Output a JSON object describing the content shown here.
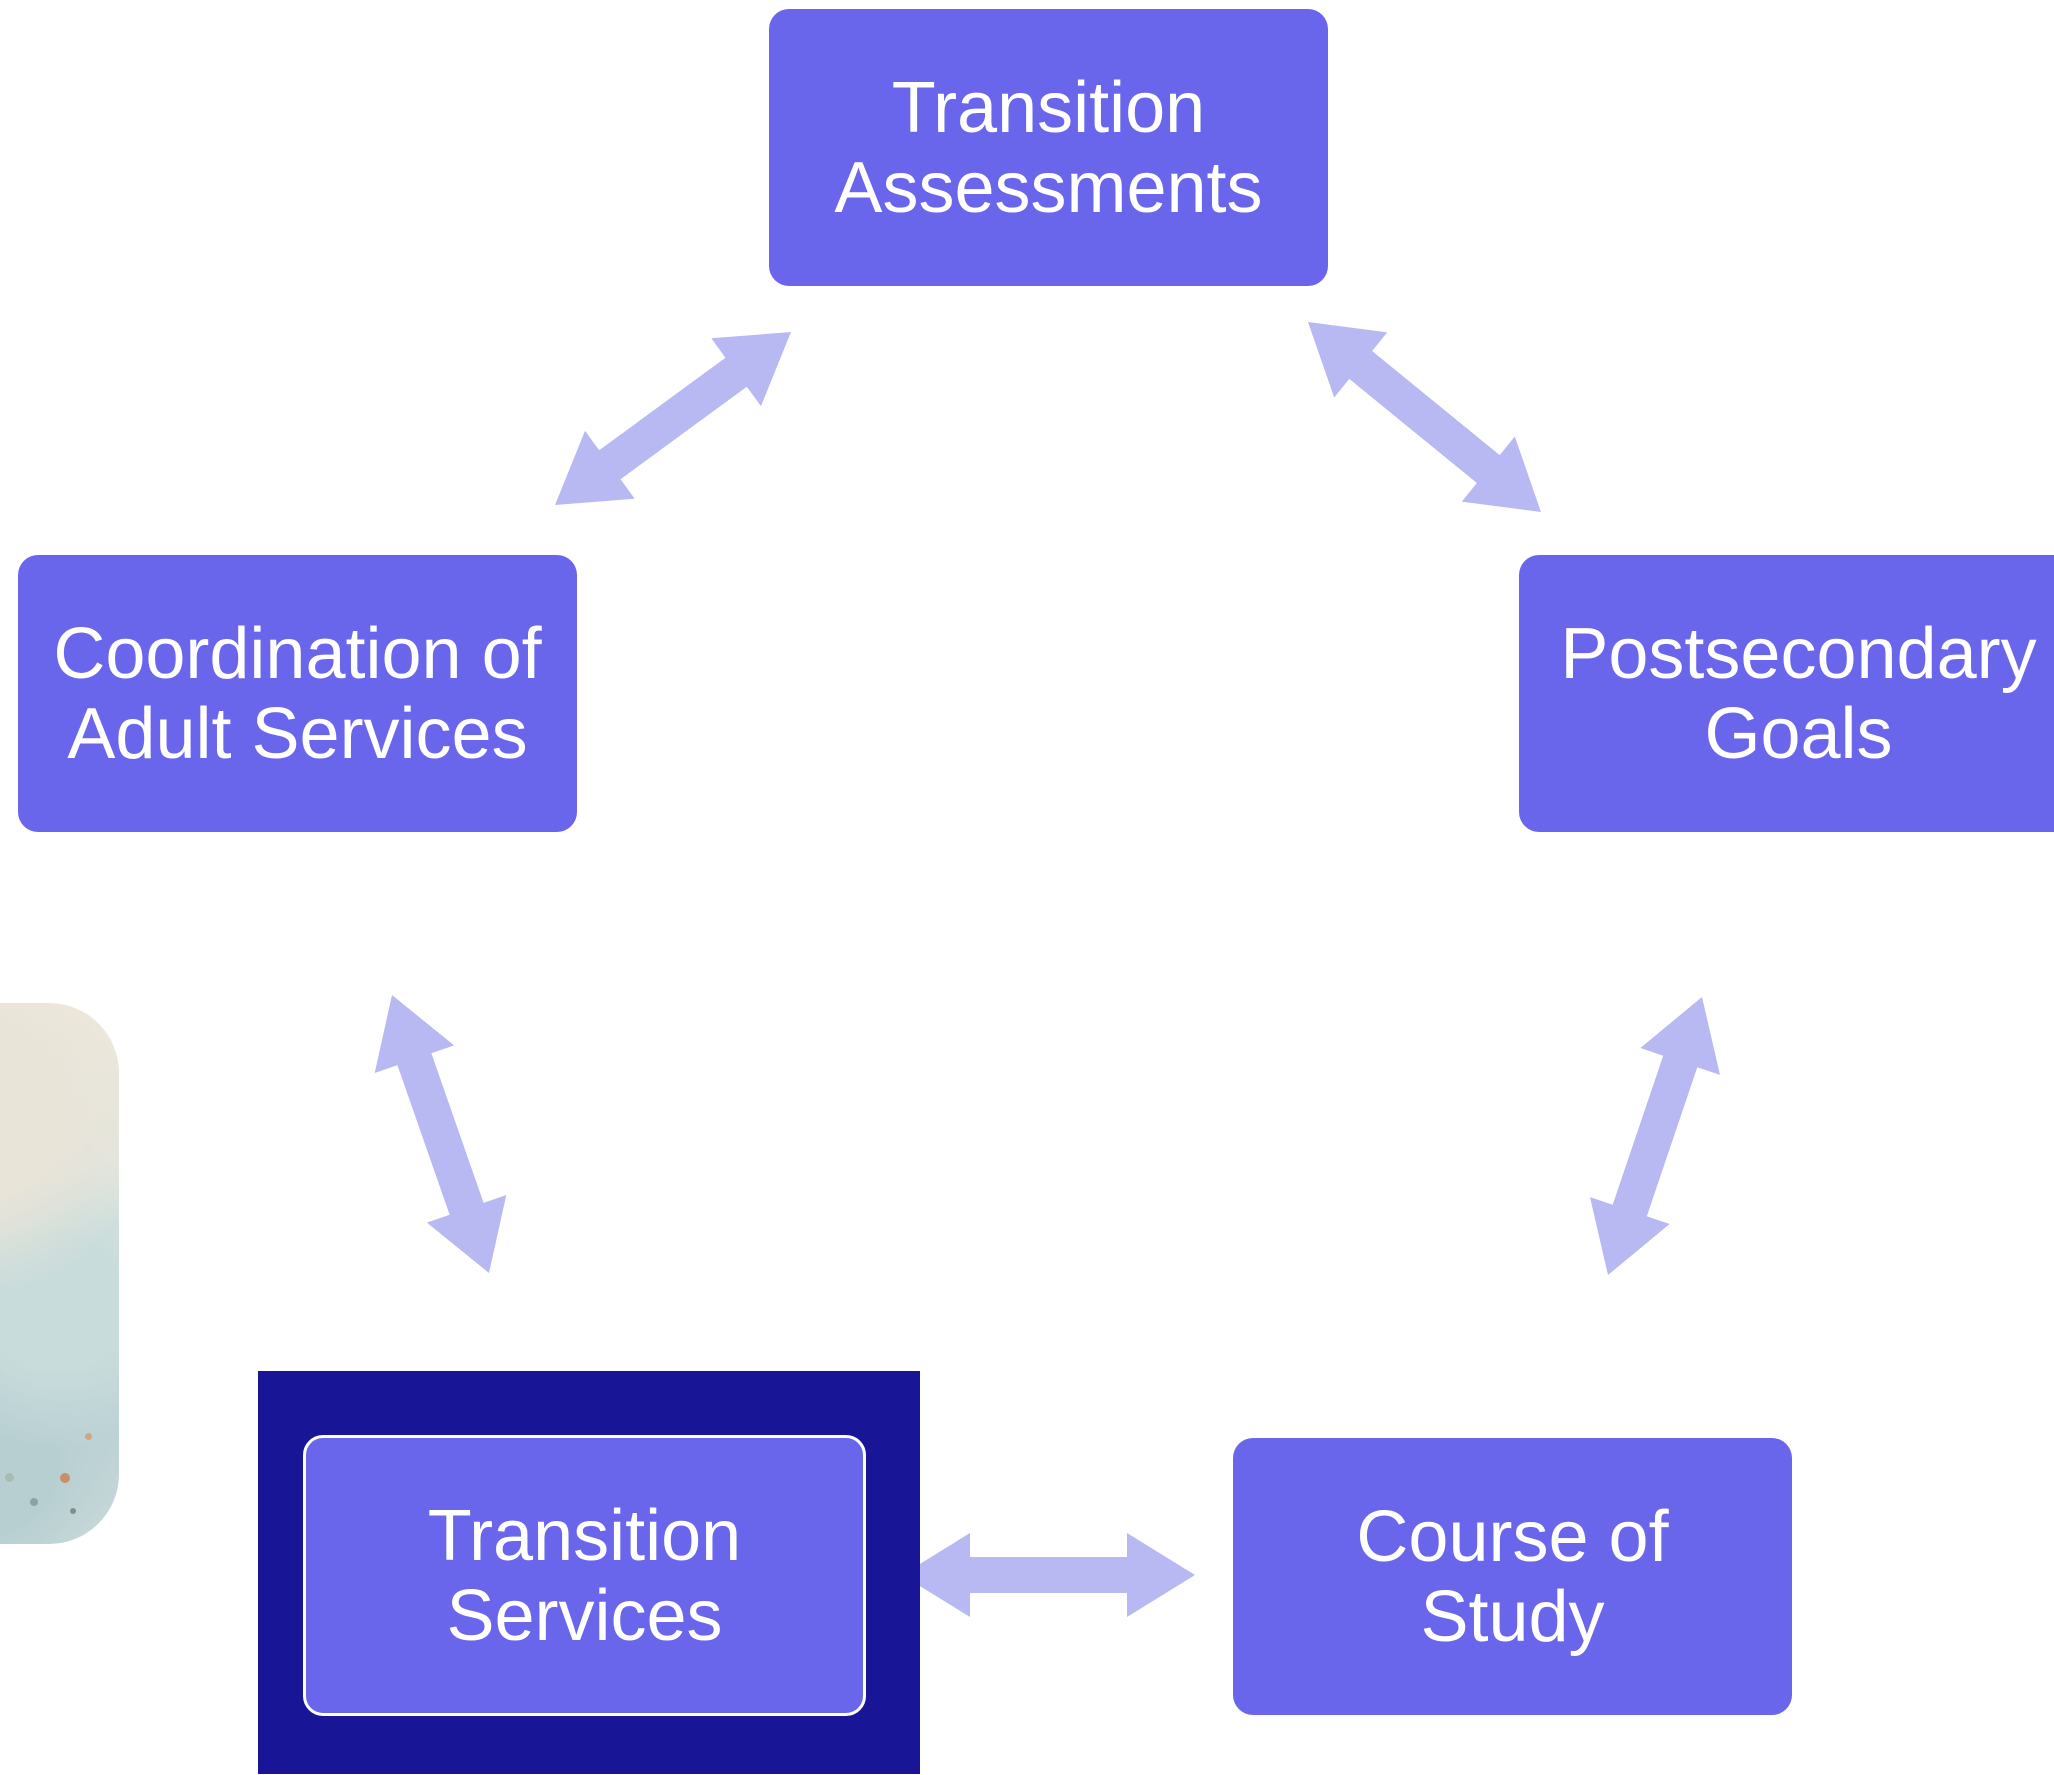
{
  "diagram": {
    "nodes": {
      "assessments": {
        "line1": "Transition",
        "line2": "Assessments"
      },
      "postsecondary": {
        "line1": "Postsecondary",
        "line2": "Goals"
      },
      "course": {
        "line1": "Course of",
        "line2": "Study"
      },
      "services": {
        "line1": "Transition",
        "line2": "Services"
      },
      "coordination": {
        "line1": "Coordination of",
        "line2": "Adult Services"
      }
    },
    "edges": [
      {
        "from": "assessments",
        "to": "postsecondary",
        "type": "bidirectional"
      },
      {
        "from": "postsecondary",
        "to": "course",
        "type": "bidirectional"
      },
      {
        "from": "course",
        "to": "services",
        "type": "bidirectional"
      },
      {
        "from": "services",
        "to": "coordination",
        "type": "bidirectional"
      },
      {
        "from": "coordination",
        "to": "assessments",
        "type": "bidirectional"
      }
    ],
    "highlighted_node": "services"
  },
  "colors": {
    "node_fill": "#6966eb",
    "node_text": "#ffffff",
    "arrow_fill": "#b8b8f2",
    "highlight_frame": "#181597",
    "background": "#ffffff"
  }
}
